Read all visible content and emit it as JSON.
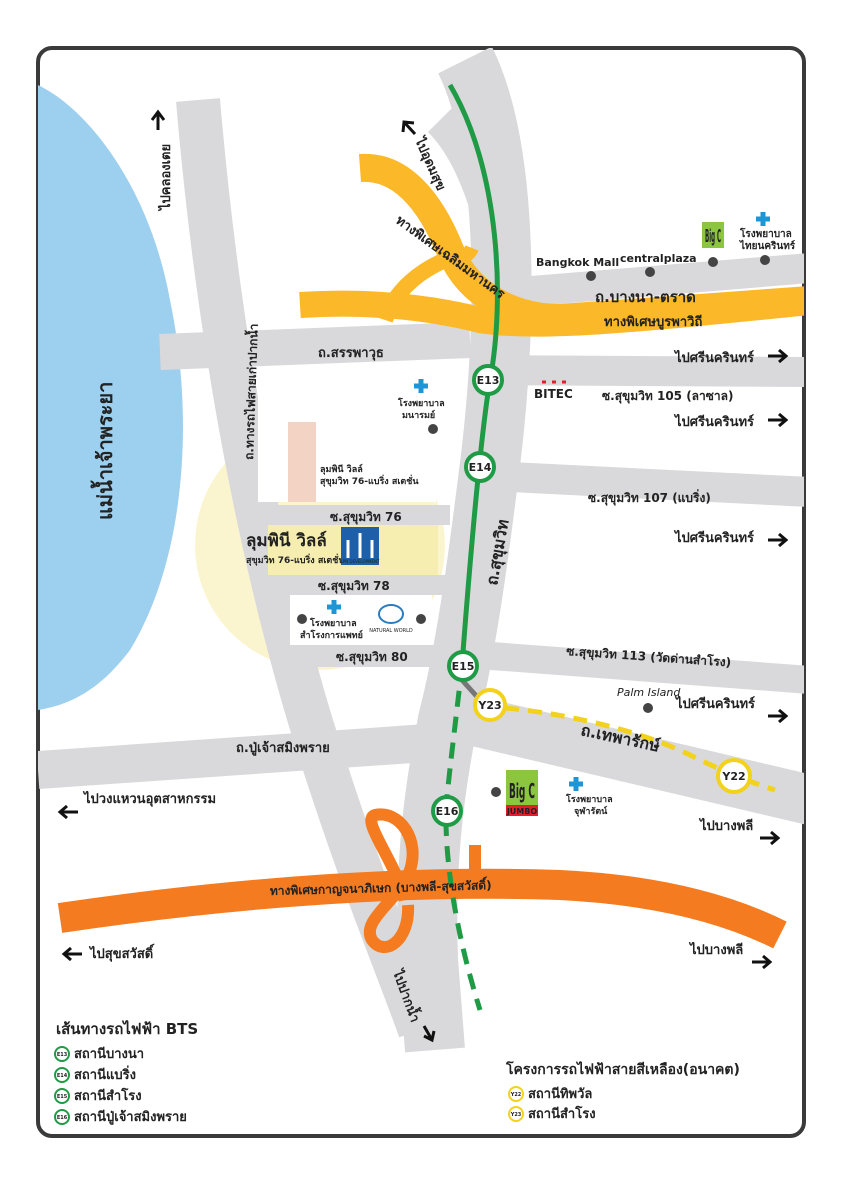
{
  "colors": {
    "frame": "#3a3a3a",
    "road": "#d9d9db",
    "river": "#9dd0ef",
    "expressway_yellow": "#fbb828",
    "expressway_orange": "#f47b20",
    "bts_green": "#1f9a45",
    "yellow_line": "#f2d21a",
    "highlight_circle": "#fbf5cf",
    "project_box": "#f6eeb0",
    "building_pink": "#f3d3c3",
    "hospital_cross": "#1e96d6",
    "bigc_green": "#8cc63f",
    "bigc_red": "#e31d2b"
  },
  "river": {
    "name": "แม่น้ำเจ้าพระยา"
  },
  "roads": {
    "sukhumvit": "ถ.สุขุมวิท",
    "bangna_trad": "ถ.บางนา-ตราด",
    "burapha_withi": "ทางพิเศษบูรพาวิถี",
    "chalerm_maha_nakhon": "ทางพิเศษเฉลิมมหานคร",
    "sanphawut": "ถ.สรรพาวุธ",
    "rail_paknam": "ถ.ทางรถไฟสายเก่าปากน้ำ",
    "soi76": "ซ.สุขุมวิท 76",
    "soi78": "ซ.สุขุมวิท 78",
    "soi80": "ซ.สุขุมวิท 80",
    "pu_chao": "ถ.ปู่เจ้าสมิงพราย",
    "soi105": "ซ.สุขุมวิท 105 (ลาซาล)",
    "soi107": "ซ.สุขุมวิท 107 (แบริ่ง)",
    "soi113": "ซ.สุขุมวิท 113 (วัดด่านสำโรง)",
    "theparak": "ถ.เทพารักษ์",
    "kanchanaphisek": "ทางพิเศษกาญจนาภิเษก (บางพลี-สุขสวัสดิ์)"
  },
  "directions": {
    "khlong_toei": "ไปคลองเตย",
    "udom_suk": "ไปอุดมสุข",
    "srinakarin_1": "ไปศรีนครินทร์",
    "srinakarin_2": "ไปศรีนครินทร์",
    "srinakarin_3": "ไปศรีนครินทร์",
    "srinakarin_4": "ไปศรีนครินทร์",
    "wongwaen": "ไปวงแหวนอุตสาหกรรม",
    "bang_phli_1": "ไปบางพลี",
    "bang_phli_2": "ไปบางพลี",
    "suk_sawat": "ไปสุขสวัสดิ์",
    "paknam": "ไปปากน้ำ"
  },
  "landmarks": {
    "bangkok_mall": "Bangkok Mall",
    "central_plaza": "centralplaza",
    "big_c": "Big C",
    "big_c_jumbo_word": "JUMBO",
    "thai_nakarin_1": "โรงพยาบาล",
    "thai_nakarin_2": "ไทยนครินทร์",
    "bitec": "BITEC",
    "manarom_1": "โรงพยาบาล",
    "manarom_2": "มนารมย์",
    "samrong_hosp_1": "โรงพยาบาล",
    "samrong_hosp_2": "สำโรงการแพทย์",
    "chularat_1": "โรงพยาบาล",
    "chularat_2": "จุฬารัตน์",
    "palm_island": "Palm Island",
    "lumpini_small_1": "ลุมพินี วิลล์",
    "lumpini_small_2": "สุขุมวิท 76-แบริ่ง สเตชั่น",
    "lumpini_main": "ลุมพินี วิลล์",
    "lumpini_main_sub": "สุขุมวิท 76-แบริ่ง สเตชั่น (2)",
    "lpn_logo": "LPN DEVELOPMENT",
    "natural_world": "NATURAL WORLD"
  },
  "stations": {
    "e13": "E13",
    "e14": "E14",
    "e15": "E15",
    "e16": "E16",
    "y22": "Y22",
    "y23": "Y23"
  },
  "legend": {
    "bts_title": "เส้นทางรถไฟฟ้า BTS",
    "bts_items": [
      {
        "code": "E13",
        "name": "สถานีบางนา"
      },
      {
        "code": "E14",
        "name": "สถานีแบริ่ง"
      },
      {
        "code": "E15",
        "name": "สถานีสำโรง"
      },
      {
        "code": "E16",
        "name": "สถานีปู่เจ้าสมิงพราย"
      }
    ],
    "yellow_title": "โครงการรถไฟฟ้าสายสีเหลือง(อนาคต)",
    "yellow_items": [
      {
        "code": "Y22",
        "name": "สถานีทิพวัล"
      },
      {
        "code": "Y23",
        "name": "สถานีสำโรง"
      }
    ]
  }
}
